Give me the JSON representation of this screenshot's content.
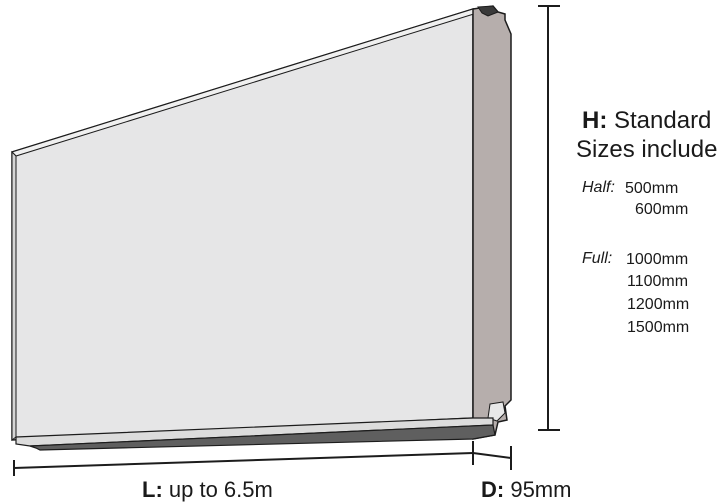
{
  "height_note": {
    "prefix": "H:",
    "line1_rest": " Standard",
    "line2": "Sizes include",
    "half_label": "Half:",
    "half_values": [
      "500mm",
      "600mm"
    ],
    "full_label": "Full:",
    "full_values": [
      "1000mm",
      "1100mm",
      "1200mm",
      "1500mm"
    ]
  },
  "length_note": {
    "prefix": "L:",
    "rest": " up to 6.5m"
  },
  "depth_note": {
    "prefix": "D:",
    "rest": " 95mm"
  },
  "colors": {
    "panel_face": "#e6e6e7",
    "panel_side": "#b6aeac",
    "panel_bottom_dark": "#5f5f5f",
    "outline": "#1c1c1c"
  }
}
